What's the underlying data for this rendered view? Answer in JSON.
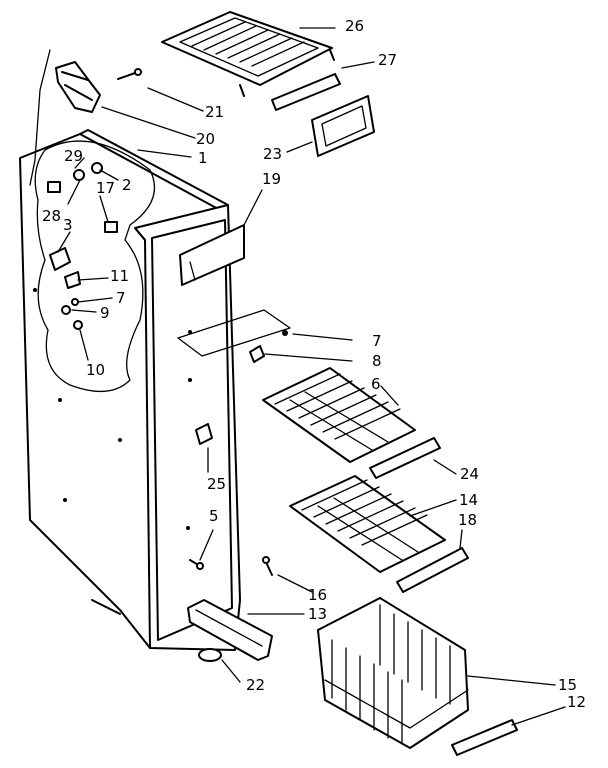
{
  "callouts": {
    "c1": "1",
    "c2": "2",
    "c3": "3",
    "c5": "5",
    "c6": "6",
    "c7a": "7",
    "c7b": "7",
    "c8": "8",
    "c9": "9",
    "c10": "10",
    "c11": "11",
    "c12": "12",
    "c13": "13",
    "c14": "14",
    "c15": "15",
    "c16": "16",
    "c17": "17",
    "c18": "18",
    "c19": "19",
    "c20": "20",
    "c21": "21",
    "c22": "22",
    "c23": "23",
    "c24": "24",
    "c25": "25",
    "c26": "26",
    "c27": "27",
    "c28": "28",
    "c29": "29"
  }
}
